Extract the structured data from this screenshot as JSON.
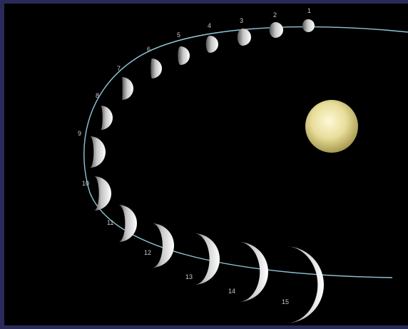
{
  "diagram": {
    "phases": [
      {
        "label": "1"
      },
      {
        "label": "2"
      },
      {
        "label": "3"
      },
      {
        "label": "4"
      },
      {
        "label": "5"
      },
      {
        "label": "6"
      },
      {
        "label": "7"
      },
      {
        "label": "8"
      },
      {
        "label": "9"
      },
      {
        "label": "10"
      },
      {
        "label": "11"
      },
      {
        "label": "12"
      },
      {
        "label": "13"
      },
      {
        "label": "14"
      },
      {
        "label": "15"
      }
    ],
    "colors": {
      "background": "#000000",
      "border": "#2a2a5a",
      "orbit": "#8fc4d8",
      "sun_core": "#fbf6c8",
      "sun_edge": "#b8a860",
      "planet_lit": "#f2f2f2",
      "planet_dark": "#6a6a6a"
    }
  }
}
